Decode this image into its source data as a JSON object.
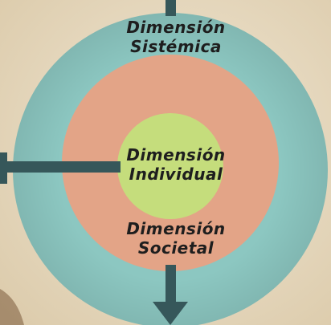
{
  "diagram": {
    "rings": {
      "outer": {
        "line1": "Dimensión",
        "line2": "Sistémica",
        "color": "#8cc7c1"
      },
      "middle": {
        "line1": "Dimensión",
        "line2": "Societal",
        "color": "#e3a487"
      },
      "inner": {
        "line1": "Dimensión",
        "line2": "Individual",
        "color": "#c5dd7c"
      }
    },
    "connector_color": "#36575a",
    "background_color": "#e9dcc4"
  }
}
